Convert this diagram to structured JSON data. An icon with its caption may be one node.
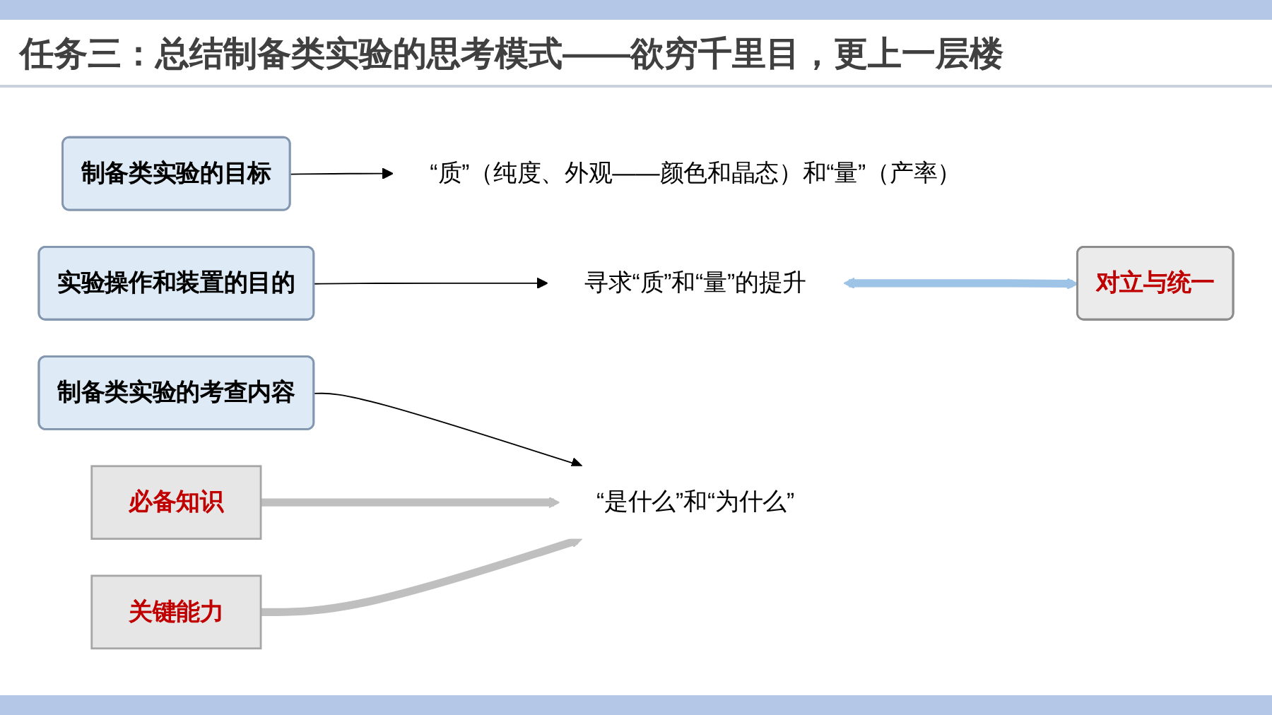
{
  "diagram": {
    "title": "任务三：总结制备类实验的思考模式——欲穷千里目，更上一层楼",
    "nodes": [
      {
        "text": [
          "制备类实验的目标"
        ]
      },
      {
        "text": [
          "“质”（纯度、外观——颜色和晶态）和“量”（产率）"
        ]
      },
      {
        "text": [
          "实验操作和装置的目的"
        ]
      },
      {
        "text": [
          "寻求“质”和“量”的提升"
        ]
      },
      {
        "text": [
          "对立与统一"
        ]
      },
      {
        "text": [
          "制备类实验的考查内容"
        ]
      },
      {
        "text": [
          "“是什么”和“为什么”"
        ]
      },
      {
        "text": [
          "必备知识"
        ]
      },
      {
        "text": [
          "关键能力"
        ]
      }
    ],
    "edges": [
      {
        "from": 0,
        "to": 1,
        "arrow": "to"
      },
      {
        "from": 2,
        "to": 3,
        "arrow": "to"
      },
      {
        "from": 3,
        "to": 4,
        "arrow": "both",
        "style": "thick",
        "color": "#9dc3e6"
      },
      {
        "from": 5,
        "to": 6,
        "arrow": "to"
      },
      {
        "from": 7,
        "to": 6,
        "arrow": "to",
        "style": "thick",
        "color": "#bfbfbf"
      },
      {
        "from": 8,
        "to": 6,
        "arrow": "to",
        "style": "thick",
        "color": "#bfbfbf"
      }
    ]
  }
}
